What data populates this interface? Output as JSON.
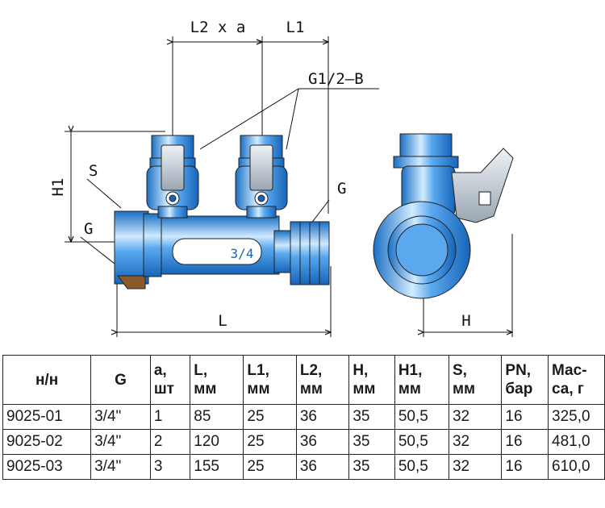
{
  "drawing": {
    "labels": {
      "l2a": "L2 x a",
      "l1": "L1",
      "thread": "G1/2–B",
      "s": "S",
      "h1": "H1",
      "g_left": "G",
      "g_right": "G",
      "l": "L",
      "h": "H",
      "size": "3/4"
    },
    "colors": {
      "body": "#2f8fe6",
      "highlight": "#bfe3ff",
      "shadow": "#1464b4",
      "handle": "#c9d3dc",
      "outline": "#222222",
      "thread_inner": "#8a5a2b"
    }
  },
  "table": {
    "headers": [
      {
        "l1": "н/н",
        "l2": ""
      },
      {
        "l1": "G",
        "l2": ""
      },
      {
        "l1": "a,",
        "l2": "шт"
      },
      {
        "l1": "L,",
        "l2": "мм"
      },
      {
        "l1": "L1,",
        "l2": "мм"
      },
      {
        "l1": "L2,",
        "l2": "мм"
      },
      {
        "l1": "H,",
        "l2": "мм"
      },
      {
        "l1": "H1,",
        "l2": "мм"
      },
      {
        "l1": "S,",
        "l2": "мм"
      },
      {
        "l1": "PN,",
        "l2": "бар"
      },
      {
        "l1": "Мас-",
        "l2": "са, г"
      }
    ],
    "rows": [
      [
        "9025-01",
        "3/4\"",
        "1",
        "85",
        "25",
        "36",
        "35",
        "50,5",
        "32",
        "16",
        "325,0"
      ],
      [
        "9025-02",
        "3/4\"",
        "2",
        "120",
        "25",
        "36",
        "35",
        "50,5",
        "32",
        "16",
        "481,0"
      ],
      [
        "9025-03",
        "3/4\"",
        "3",
        "155",
        "25",
        "36",
        "35",
        "50,5",
        "32",
        "16",
        "610,0"
      ]
    ]
  }
}
